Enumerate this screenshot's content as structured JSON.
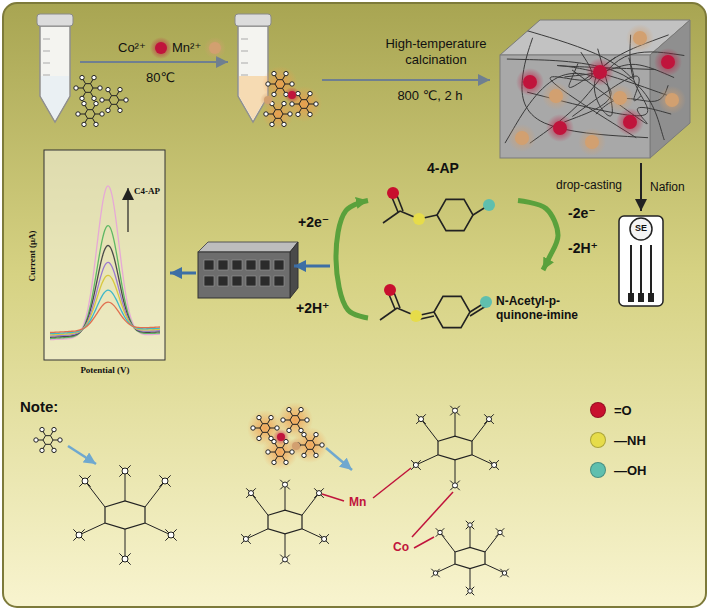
{
  "diagram": {
    "nodes": [
      {
        "text": [
          "4-AP"
        ]
      },
      {
        "text": [
          "N-Acetyl-p-quinone-imine"
        ]
      },
      {
        "text": [
          "SE"
        ]
      }
    ],
    "edges": [
      {
        "from": 0,
        "to": 1,
        "arrow": "to"
      },
      {
        "from": 1,
        "to": 0,
        "arrow": "to"
      }
    ],
    "labels": [
      "Co²⁺",
      "Mn²⁺",
      "80℃",
      "High-temperature calcination",
      "800 ℃, 2 h",
      "drop-casting",
      "Nafion",
      "-2e⁻",
      "-2H⁺",
      "+2e⁻",
      "+2H⁺",
      "Current (μA)",
      "Potential (V)",
      "C4-AP",
      "Note:",
      "Mn",
      "Co"
    ],
    "legend": [
      {
        "text": "=O",
        "color": "#c8102e"
      },
      {
        "text": "—NH",
        "color": "#e6dc4a"
      },
      {
        "text": "—OH",
        "color": "#5fbfae"
      }
    ]
  }
}
